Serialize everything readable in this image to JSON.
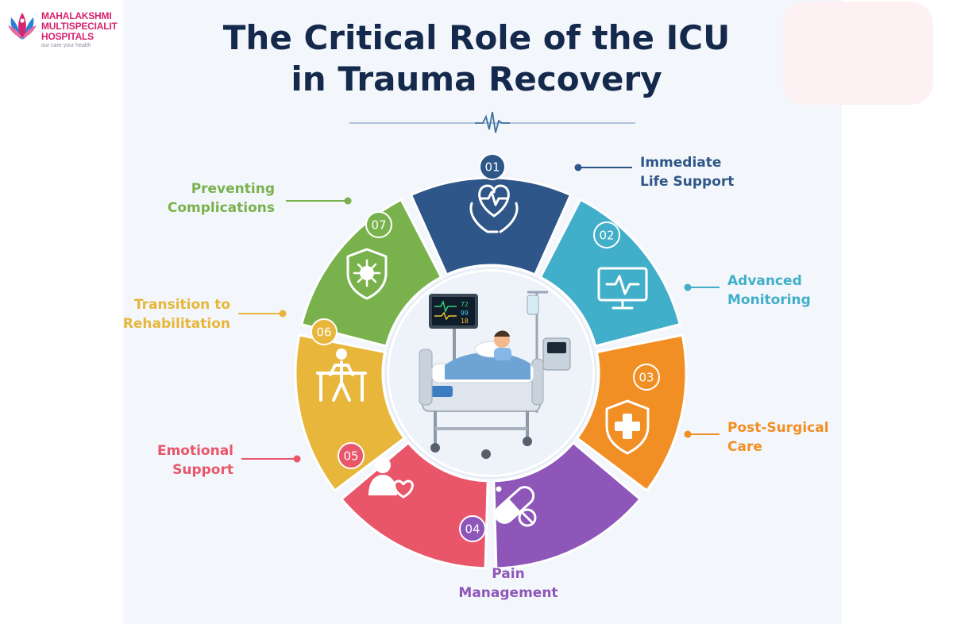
{
  "logo": {
    "line1": "MAHALAKSHMI",
    "line2": "MULTISPECIALIT",
    "line3": "HOSPITALS",
    "tagline": "our care your health"
  },
  "title": {
    "line1": "The Critical Role of the ICU",
    "line2": "in Trauma Recovery"
  },
  "stages": [
    {
      "number": "01",
      "label_line1": "Immediate",
      "label_line2": "Life Support",
      "color": "#2e5688",
      "icon": "heart-hands-icon"
    },
    {
      "number": "02",
      "label_line1": "Advanced",
      "label_line2": "Monitoring",
      "color": "#41afc9",
      "icon": "monitor-heartbeat-icon"
    },
    {
      "number": "03",
      "label_line1": "Post-Surgical",
      "label_line2": "Care",
      "color": "#f18f25",
      "icon": "shield-cross-icon"
    },
    {
      "number": "04",
      "label_line1": "Pain",
      "label_line2": "Management",
      "color": "#8d56b8",
      "icon": "pills-icon"
    },
    {
      "number": "05",
      "label_line1": "Emotional",
      "label_line2": "Support",
      "color": "#e9566a",
      "icon": "person-heart-icon"
    },
    {
      "number": "06",
      "label_line1": "Transition to",
      "label_line2": "Rehabilitation",
      "color": "#e7b63b",
      "icon": "person-parallel-bars-icon"
    },
    {
      "number": "07",
      "label_line1": "Preventing",
      "label_line2": "Complications",
      "color": "#79b24d",
      "icon": "shield-virus-icon"
    }
  ],
  "monitor_readings": [
    "72",
    "99",
    "18"
  ],
  "colors": {
    "title": "#14294b",
    "panel_background": "#f3f6fb",
    "brand": "#d6246e"
  }
}
